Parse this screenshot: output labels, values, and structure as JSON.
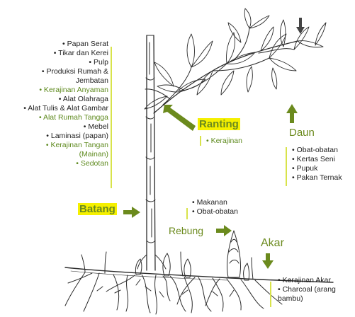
{
  "colors": {
    "accent_green": "#5e8a1e",
    "arrow_green": "#6b8a1d",
    "highlight_yellow": "#f5f000",
    "divider_yellow": "#d8e34a"
  },
  "batang": {
    "label": "Batang",
    "uses": [
      {
        "text": "• Papan Serat",
        "highlight": false
      },
      {
        "text": "• Tikar dan Kerei",
        "highlight": false
      },
      {
        "text": "• Pulp",
        "highlight": false
      },
      {
        "text": "• Produksi Rumah &",
        "highlight": false
      },
      {
        "text": "Jembatan",
        "highlight": false
      },
      {
        "text": "• Kerajinan Anyaman",
        "highlight": true
      },
      {
        "text": "• Alat Olahraga",
        "highlight": false
      },
      {
        "text": "• Alat Tulis & Alat Gambar",
        "highlight": false
      },
      {
        "text": "• Alat Rumah Tangga",
        "highlight": true
      },
      {
        "text": "• Mebel",
        "highlight": false
      },
      {
        "text": "• Laminasi (papan)",
        "highlight": false
      },
      {
        "text": "• Kerajinan Tangan",
        "highlight": true
      },
      {
        "text": "(Mainan)",
        "highlight": true
      },
      {
        "text": "• Sedotan",
        "highlight": true
      }
    ]
  },
  "ranting": {
    "label": "Ranting",
    "uses": [
      "• Kerajinan"
    ]
  },
  "daun": {
    "label": "Daun",
    "uses": [
      "• Obat-obatan",
      "• Kertas Seni",
      "• Pupuk",
      "• Pakan Ternak"
    ]
  },
  "rebung": {
    "label": "Rebung",
    "uses": [
      "• Makanan",
      "• Obat-obatan"
    ]
  },
  "akar": {
    "label": "Akar",
    "uses": [
      "• Kerajinan Akar",
      "• Charcoal (arang",
      "bambu)"
    ]
  },
  "icons": {
    "arrow": "arrow-icon",
    "plant": "bamboo-plant-illustration"
  }
}
